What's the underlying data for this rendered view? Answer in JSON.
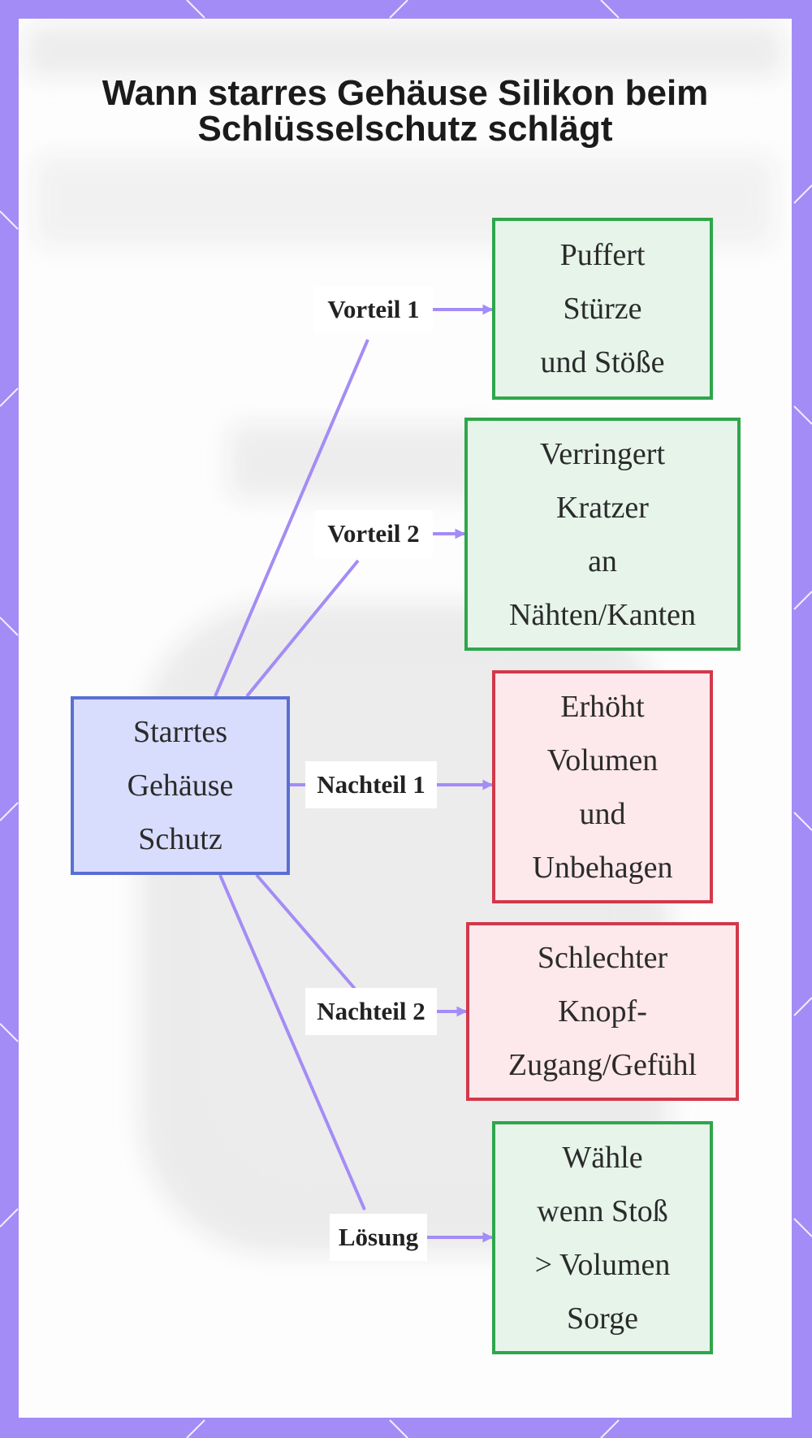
{
  "title": {
    "line1": "Wann starres Gehäuse Silikon beim",
    "line2": "Schlüsselschutz schlägt"
  },
  "colors": {
    "frame": "#a48cf6",
    "edge": "#a48cf6",
    "source_fill": "#d9ddfd",
    "source_border": "#5a6fd2",
    "pro_fill": "#e6f4ea",
    "pro_border": "#2fa64b",
    "con_fill": "#fde8eb",
    "con_border": "#d2384a"
  },
  "source": {
    "lines": [
      "Starrtes",
      "Gehäuse",
      "Schutz"
    ]
  },
  "branches": [
    {
      "label": "Vorteil 1",
      "kind": "pro",
      "lines": [
        "Puffert",
        "Stürze",
        "und Stöße"
      ]
    },
    {
      "label": "Vorteil 2",
      "kind": "pro",
      "lines": [
        "Verringert",
        "Kratzer",
        "an",
        "Nähten/Kanten"
      ]
    },
    {
      "label": "Nachteil 1",
      "kind": "con",
      "lines": [
        "Erhöht",
        "Volumen",
        "und",
        "Unbehagen"
      ]
    },
    {
      "label": "Nachteil 2",
      "kind": "con",
      "lines": [
        "Schlechter",
        "Knopf-",
        "Zugang/Gefühl"
      ]
    },
    {
      "label": "Lösung",
      "kind": "pro",
      "lines": [
        "Wähle",
        "wenn Stoß",
        "> Volumen",
        "Sorge"
      ]
    }
  ]
}
